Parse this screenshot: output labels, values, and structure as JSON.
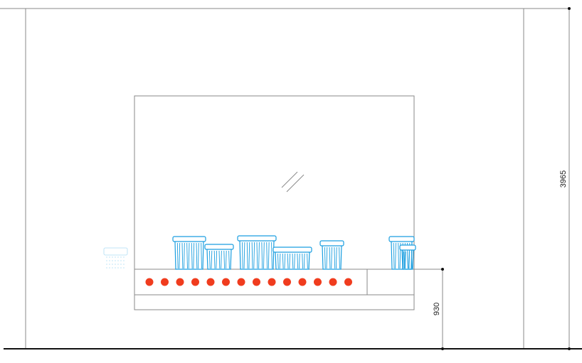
{
  "drawing": {
    "dimension_total_height": "3965",
    "dimension_counter_height": "930",
    "colors": {
      "line": "#8a8a8a",
      "floor": "#111111",
      "jar": "#1a9ee0",
      "dot": "#f03c1e"
    },
    "icons": [
      "glass-reflection-icon",
      "jar-icon",
      "dot-icon"
    ],
    "dot_count": 14,
    "jar_count": 7
  }
}
